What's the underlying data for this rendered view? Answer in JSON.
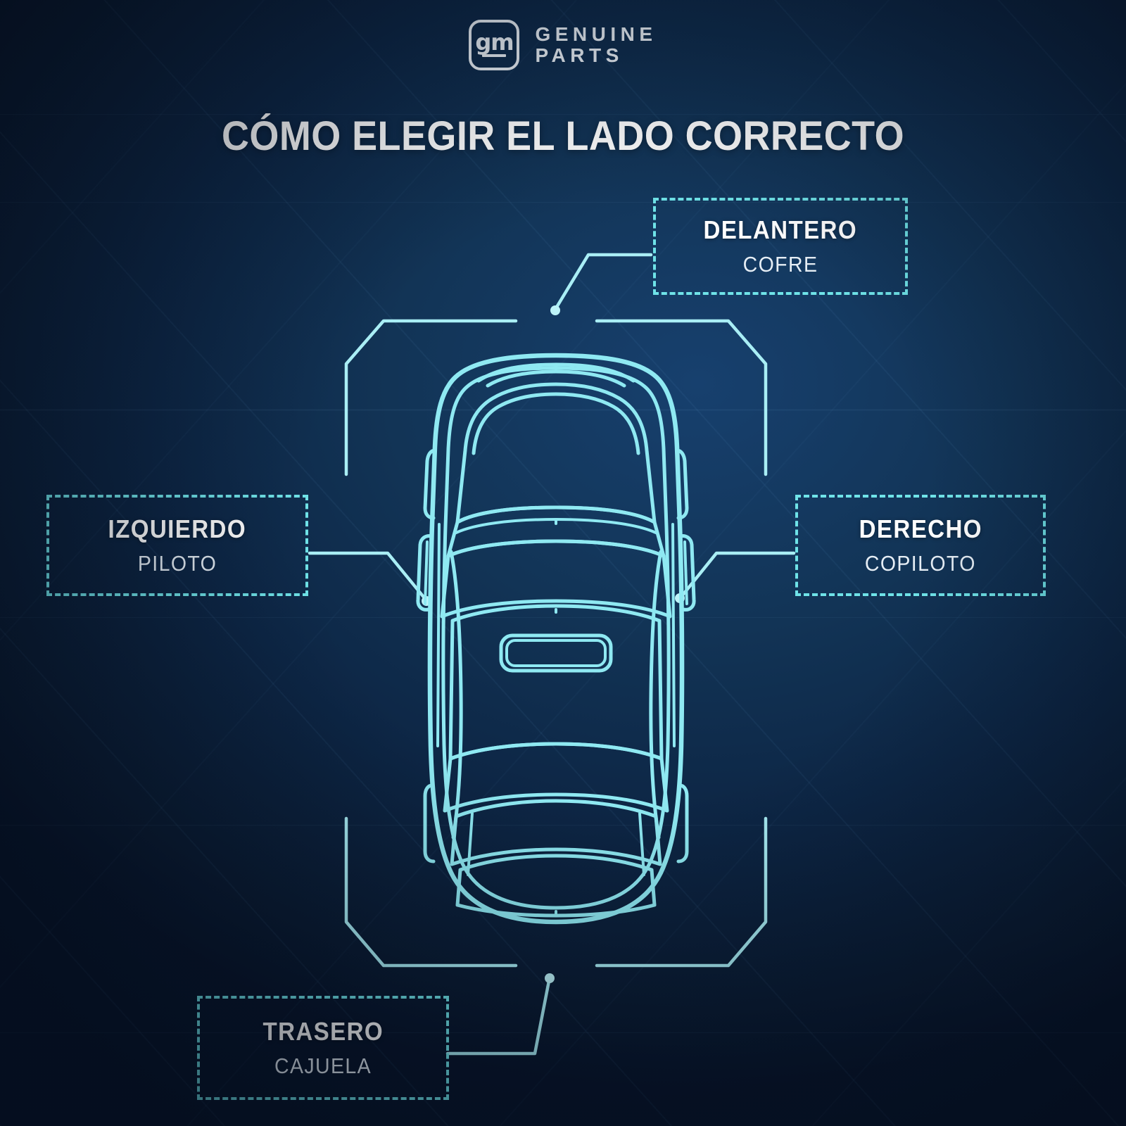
{
  "brand": {
    "logo_icon": "gm-logo-icon",
    "logo_text": "gm",
    "line1": "GENUINE",
    "line2": "PARTS"
  },
  "header": {
    "title": "CÓMO ELEGIR EL LADO CORRECTO"
  },
  "diagram": {
    "subject_icon": "car-top-view-icon",
    "callouts": [
      {
        "id": "front",
        "title": "DELANTERO",
        "subtitle": "COFRE"
      },
      {
        "id": "left",
        "title": "IZQUIERDO",
        "subtitle": "PILOTO"
      },
      {
        "id": "right",
        "title": "DERECHO",
        "subtitle": "COPILOTO"
      },
      {
        "id": "rear",
        "title": "TRASERO",
        "subtitle": "CAJUELA"
      }
    ]
  },
  "colors": {
    "accent_cyan": "#6fe3e8",
    "outline_cyan": "#7fe8f0",
    "text_white": "#ffffff",
    "background_navy": "#123456"
  }
}
